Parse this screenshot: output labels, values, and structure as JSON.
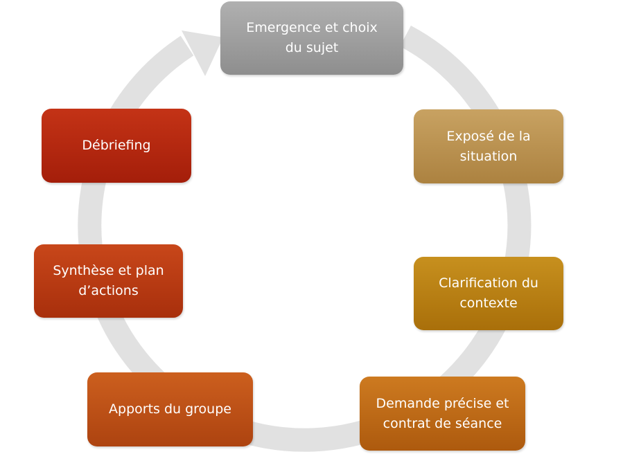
{
  "colors": {
    "ring": "#e1e1e1"
  },
  "steps": [
    {
      "label": "Emergence et choix\ndu sujet",
      "color_top": "#b0b0b0",
      "color_bottom": "#8e8e8e"
    },
    {
      "label": "Exposé  de la\nsituation",
      "color_top": "#c8a262",
      "color_bottom": "#ac8240"
    },
    {
      "label": "Clarification du\ncontexte",
      "color_top": "#c7901e",
      "color_bottom": "#a96f0a"
    },
    {
      "label": "Demande précise et\ncontrat de séance",
      "color_top": "#cd7a20",
      "color_bottom": "#ad5a0e"
    },
    {
      "label": "Apports du groupe",
      "color_top": "#cc5f1e",
      "color_bottom": "#ad4310"
    },
    {
      "label": "Synthèse et plan\nd’actions",
      "color_top": "#c8471a",
      "color_bottom": "#a82f0c"
    },
    {
      "label": "Débriefing",
      "color_top": "#c43316",
      "color_bottom": "#a41e0a"
    }
  ]
}
